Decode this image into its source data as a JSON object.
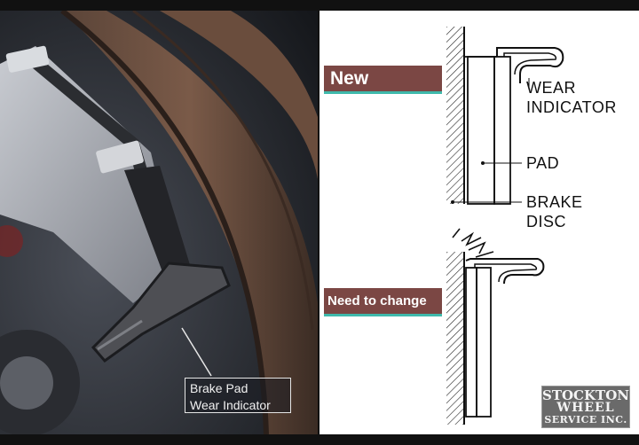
{
  "photo": {
    "callout": {
      "line1": "Brake Pad",
      "line2": "Wear Indicator"
    }
  },
  "diagram": {
    "tag_new": "New",
    "tag_change": "Need to change",
    "labels": {
      "wear_indicator_1": "WEAR",
      "wear_indicator_2": "INDICATOR",
      "pad": "PAD",
      "brake_disc_1": "BRAKE",
      "brake_disc_2": "DISC"
    },
    "colors": {
      "tag_bg": "#7b4744",
      "tag_underline": "#3fb9ab"
    }
  },
  "logo": {
    "line1": "STOCKTON",
    "line2": "WHEEL",
    "line3": "SERVICE INC."
  }
}
